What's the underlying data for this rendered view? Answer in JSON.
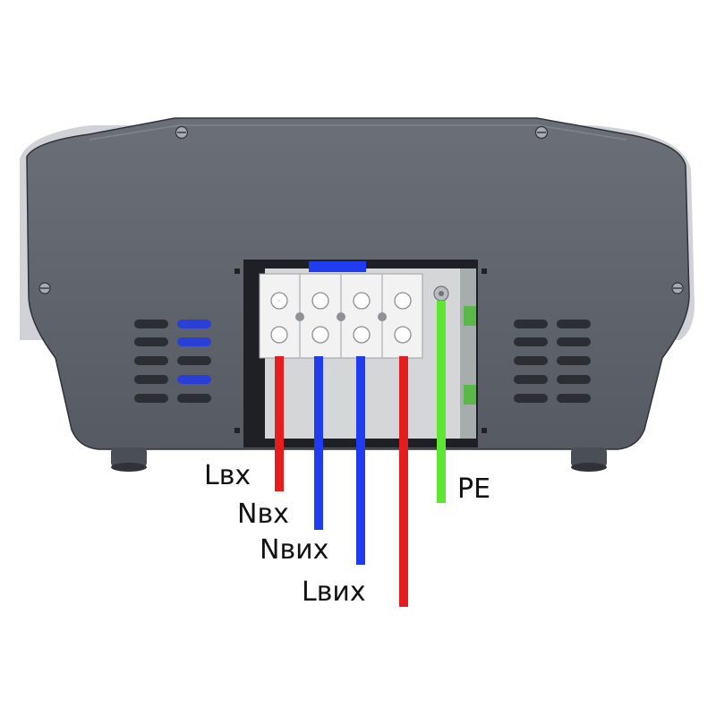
{
  "device": {
    "body_color": "#5d6169",
    "body_dark": "#3f434a",
    "edge_color": "#d9dcdf",
    "terminal_color": "#f2f2f2"
  },
  "wires": [
    {
      "id": "l-in",
      "label": "Lвх",
      "color": "#e41e1e"
    },
    {
      "id": "n-in",
      "label": "Nвх",
      "color": "#1f3cf0"
    },
    {
      "id": "n-out",
      "label": "Nвих",
      "color": "#1f3cf0"
    },
    {
      "id": "l-out",
      "label": "Lвих",
      "color": "#e41e1e"
    },
    {
      "id": "pe",
      "label": "PE",
      "color": "#5ee632"
    }
  ],
  "jumper": {
    "color": "#1f3cf0"
  }
}
